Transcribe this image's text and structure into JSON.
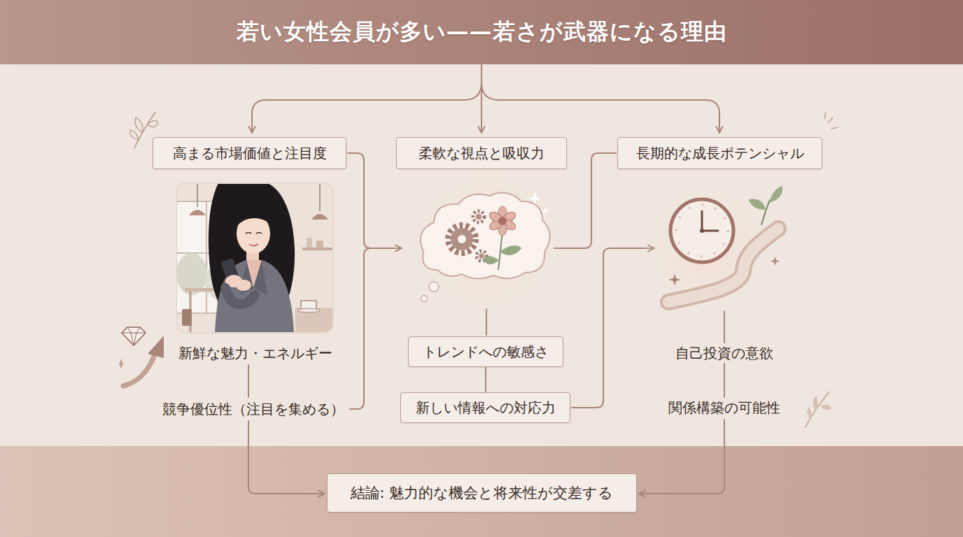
{
  "diagram": {
    "title": "若い女性会員が多い——若さが武器になる理由",
    "nodes": [
      {
        "text": [
          "高まる市場価値と注目度"
        ]
      },
      {
        "text": [
          "柔軟な視点と吸収力"
        ]
      },
      {
        "text": [
          "長期的な成長ポテンシャル"
        ]
      },
      {
        "text": [
          "トレンドへの敏感さ"
        ]
      },
      {
        "text": [
          "新しい情報への対応力"
        ]
      },
      {
        "text": [
          "結論: 魅力的な機会と将来性が交差する"
        ]
      }
    ],
    "edges": [
      {
        "from": 3,
        "to": 4,
        "arrow": "none"
      }
    ],
    "labels": [
      "新鮮な魅力・エネルギー",
      "競争優位性（注目を集める）",
      "自己投資の意欲",
      "関係構築の可能性"
    ]
  }
}
